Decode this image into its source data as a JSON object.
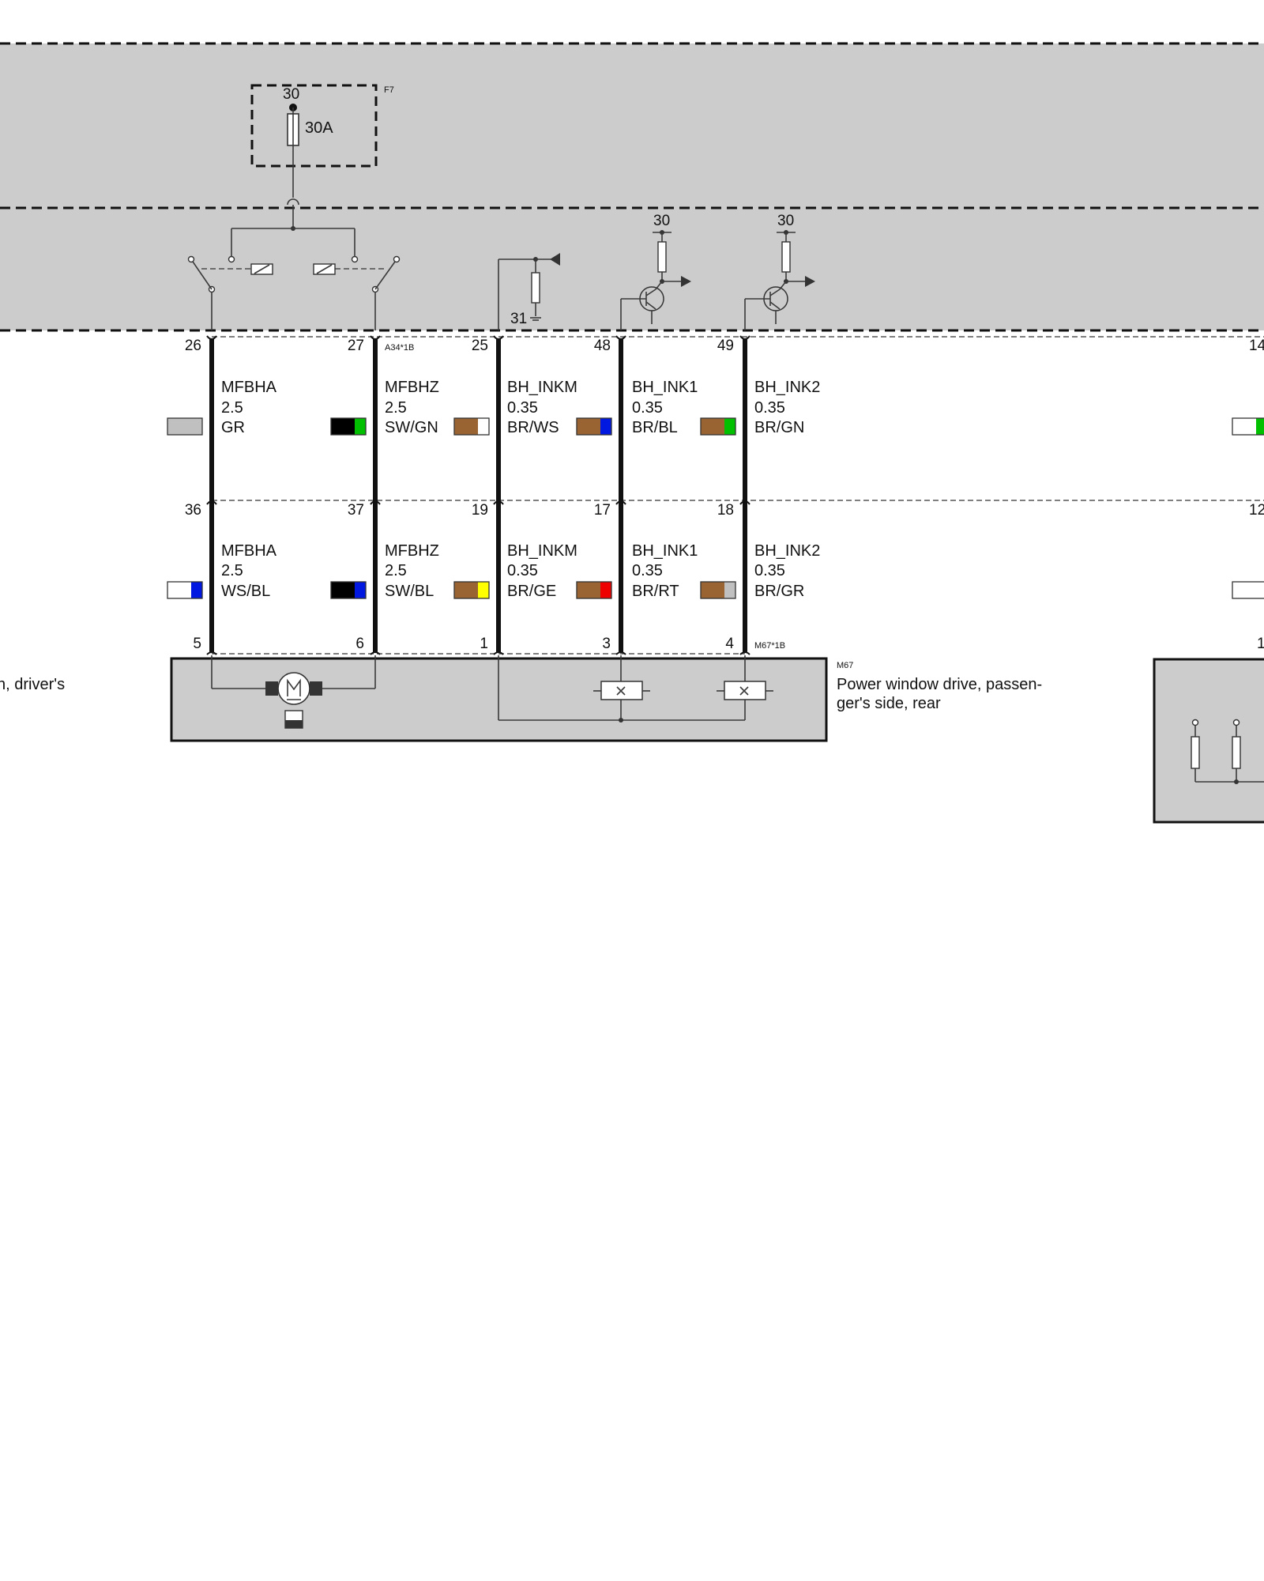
{
  "fuse": {
    "ref": "F7",
    "terminal": "30",
    "rating": "30A"
  },
  "module_ref": "A34*1B",
  "motor_ref": "M67*1B",
  "ground_terminal": "31",
  "transistor_supply": [
    "30",
    "30"
  ],
  "top_pins": [
    "26",
    "27",
    "25",
    "48",
    "49",
    "14"
  ],
  "mid_pins": [
    "36",
    "37",
    "19",
    "17",
    "18",
    "12"
  ],
  "bottom_pins": [
    "5",
    "6",
    "1",
    "3",
    "4",
    "1"
  ],
  "upper_wires": [
    {
      "signal": "MFBHA",
      "size": "2.5",
      "color": "GR",
      "swatch": [
        "#c0c0c0"
      ]
    },
    {
      "signal": "MFBHZ",
      "size": "2.5",
      "color": "SW/GN",
      "swatch": [
        "#000000",
        "#00c000"
      ]
    },
    {
      "signal": "BH_INKM",
      "size": "0.35",
      "color": "BR/WS",
      "swatch": [
        "#9a6432",
        "#ffffff"
      ]
    },
    {
      "signal": "BH_INK1",
      "size": "0.35",
      "color": "BR/BL",
      "swatch": [
        "#9a6432",
        "#0018e0"
      ]
    },
    {
      "signal": "BH_INK2",
      "size": "0.35",
      "color": "BR/GN",
      "swatch": [
        "#9a6432",
        "#00c000"
      ]
    }
  ],
  "lower_wires": [
    {
      "signal": "MFBHA",
      "size": "2.5",
      "color": "WS/BL",
      "swatch": [
        "#ffffff",
        "#0018e0"
      ]
    },
    {
      "signal": "MFBHZ",
      "size": "2.5",
      "color": "SW/BL",
      "swatch": [
        "#000000",
        "#0018e0"
      ]
    },
    {
      "signal": "BH_INKM",
      "size": "0.35",
      "color": "BR/GE",
      "swatch": [
        "#9a6432",
        "#ffff00"
      ]
    },
    {
      "signal": "BH_INK1",
      "size": "0.35",
      "color": "BR/RT",
      "swatch": [
        "#9a6432",
        "#ee0000"
      ]
    },
    {
      "signal": "BH_INK2",
      "size": "0.35",
      "color": "BR/GR",
      "swatch": [
        "#9a6432",
        "#c0c0c0"
      ]
    }
  ],
  "edge_swatches": {
    "upper": [
      "#ffffff",
      "#00c000"
    ],
    "lower": [
      "#ffffff",
      "#ffffff"
    ]
  },
  "component": {
    "ref": "M67",
    "desc_line1": "Power window drive, passen-",
    "desc_line2": "ger's side, rear"
  },
  "left_partial_text": "n, driver's",
  "colors": {
    "housing_fill": "#cccccc",
    "wire": "#111111"
  }
}
